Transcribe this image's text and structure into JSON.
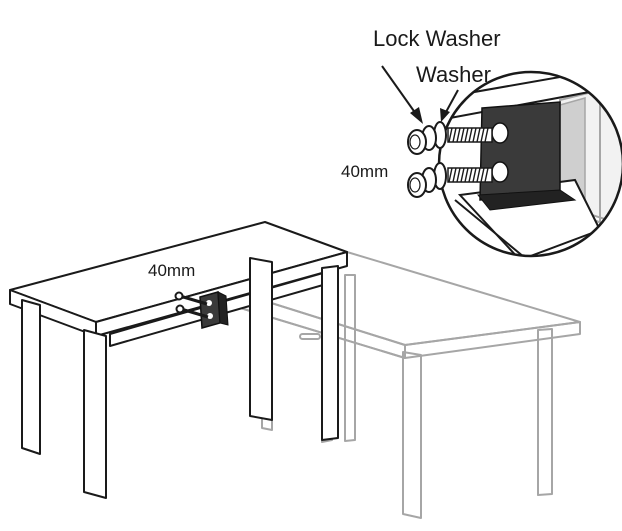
{
  "labels": {
    "lock_washer": "Lock Washer",
    "washer": "Washer",
    "bolt_length_detail": "40mm",
    "bolt_length_table": "40mm"
  },
  "colors": {
    "line": "#1a1a1a",
    "ghost_line": "#a6a6a6",
    "bracket": "#3a3a3a"
  }
}
